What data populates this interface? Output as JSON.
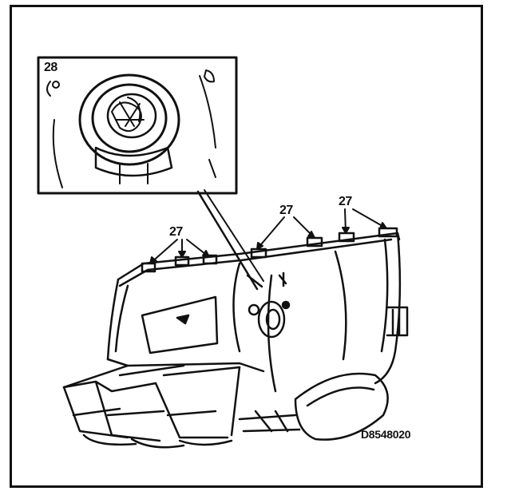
{
  "labels": {
    "inset_ref": "28",
    "callout_left": "27",
    "callout_center": "27",
    "callout_right": "27"
  },
  "figure_code": "D8548020",
  "colors": {
    "ink": "#111111",
    "paper": "#ffffff"
  }
}
